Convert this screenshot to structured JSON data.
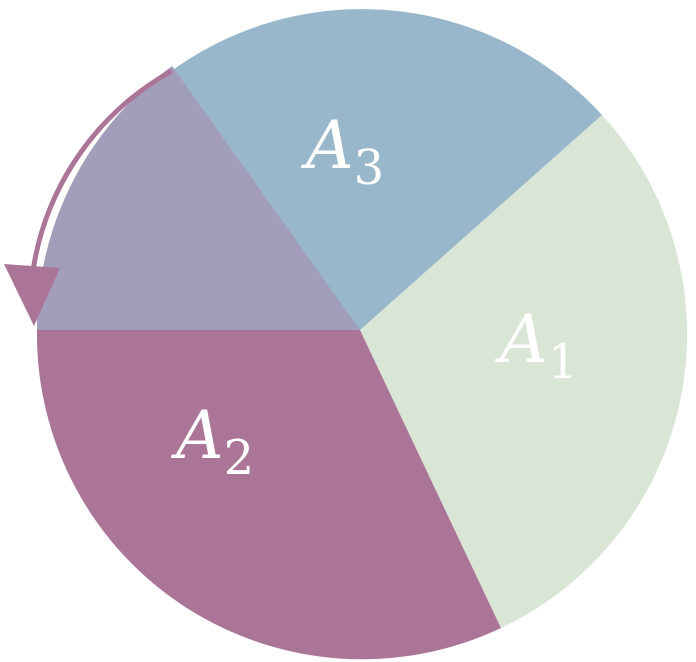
{
  "colors": {
    "region_a1": "#d9e6d6",
    "region_a2": "#ab7598",
    "region_a3": "#99b7cb",
    "overlap": "#a29eb9",
    "arrow": "#ab7598",
    "label": "#ffffff"
  },
  "regions": [
    {
      "id": "a1",
      "letter": "A",
      "subscript": "1"
    },
    {
      "id": "a2",
      "letter": "A",
      "subscript": "2"
    },
    {
      "id": "a3",
      "letter": "A",
      "subscript": "3"
    }
  ],
  "arrow": {
    "direction": "counterclockwise"
  }
}
